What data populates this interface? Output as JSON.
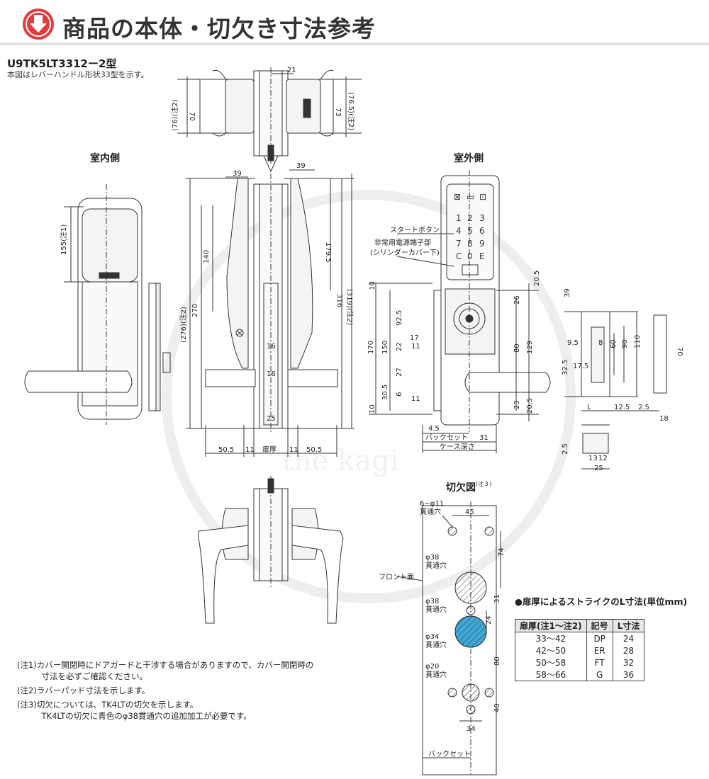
{
  "header": {
    "title": "商品の本体・切欠き寸法参考",
    "icon": "down-arrow-circle-icon",
    "accent": "#e13b3b"
  },
  "model": {
    "name": "U9TK5LT3312ー2型",
    "note": "本図はレバーハンドル形状33型を示す。"
  },
  "sections": {
    "indoor": "室内側",
    "outdoor": "室外側",
    "cutout": "切欠図",
    "cutout_note_mark": "(注３)"
  },
  "keypad": {
    "top_icons": [
      "⊠",
      "▭",
      "⊡"
    ],
    "keys": [
      "1",
      "2",
      "3",
      "4",
      "5",
      "6",
      "7",
      "8",
      "9",
      "C",
      "0",
      "E"
    ]
  },
  "callouts": {
    "start_button": "スタートボタン",
    "power_terminal": "非常用電源端子部",
    "power_terminal_sub": "(シリンダーカバー下)",
    "front_face": "フロント面",
    "backset": "バックセット",
    "case_depth": "ケース深さ",
    "door_thickness": "扉厚"
  },
  "holes": {
    "h11": "6−φ11",
    "h38a": "φ38",
    "h38b": "φ38",
    "h34": "φ34",
    "h20": "φ20",
    "through": "貫通穴"
  },
  "dims": {
    "top_view": [
      "21",
      "70",
      "73",
      "(76)(注2)",
      "(76.5)(注2)"
    ],
    "indoor": [
      "155(注1)"
    ],
    "side": [
      "39",
      "39",
      "140",
      "179.5",
      "270",
      "(276)(注2)",
      "316",
      "(319)(注2)",
      "16",
      "16",
      "25",
      "50.5",
      "11",
      "11",
      "50.5"
    ],
    "outdoor": [
      "20.5",
      "26",
      "80",
      "129",
      "23",
      "20.5",
      "4.5",
      "31",
      "10",
      "150",
      "170",
      "92.5",
      "22",
      "17",
      "11",
      "27",
      "30.5",
      "6",
      "11",
      "10",
      "39"
    ],
    "strike": [
      "9.5",
      "8",
      "60",
      "90",
      "110",
      "32.5",
      "17.5",
      "L",
      "12.5",
      "2.5",
      "70",
      "18",
      "2.5",
      "13",
      "12",
      "25"
    ],
    "cutout": [
      "45",
      "74",
      "31",
      "24",
      "80",
      "40",
      "34"
    ]
  },
  "strike_table": {
    "title": "●扉厚によるストライクのL寸法(単位mm)",
    "headers": [
      "扉厚(注1〜注2)",
      "記号",
      "L寸法"
    ],
    "rows": [
      [
        "33〜42",
        "DP",
        "24"
      ],
      [
        "42〜50",
        "ER",
        "28"
      ],
      [
        "50〜58",
        "FT",
        "32"
      ],
      [
        "58〜66",
        "G",
        "36"
      ]
    ]
  },
  "notes": [
    "(注1)カバー開閉時にドアガードと干渉する場合がありますので、カバー開閉時の",
    "　　　寸法を必ずご確認ください。",
    "(注2)ラバーパッド寸法を示します。",
    "(注3)切欠については、TK4LTの切欠を示します。",
    "　　　TK4LTの切欠に青色のφ38貫通穴の追加加工が必要です。"
  ],
  "watermark": "the kagi",
  "colors": {
    "line": "#333333",
    "hatch_blue": "#3fa8d6"
  }
}
